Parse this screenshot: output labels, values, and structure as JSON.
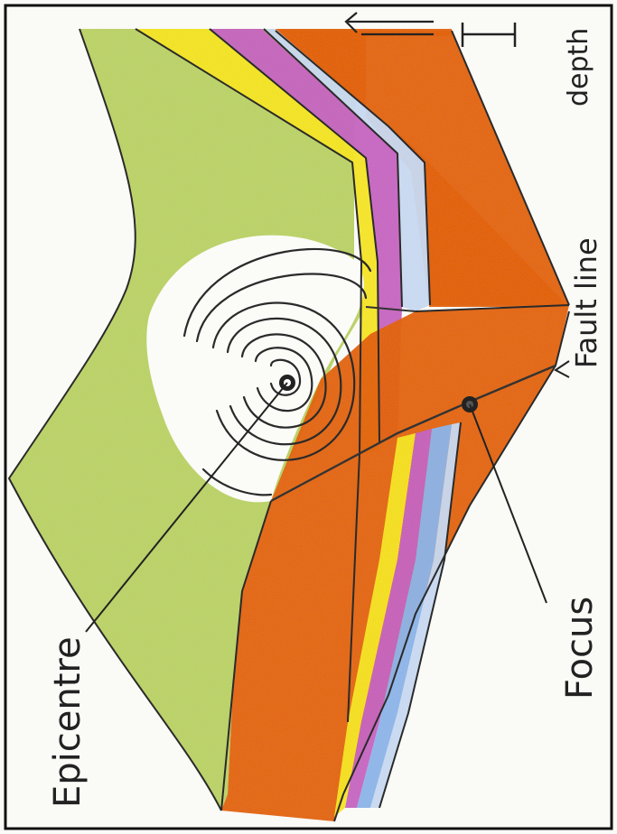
{
  "labels": {
    "epicentre": "Epicentre",
    "focus": "Focus",
    "fault_line": "Fault line",
    "depth": "depth"
  },
  "colors": {
    "ground": "#b9cf6a",
    "ground_dark": "#9fbe57",
    "rock": "#e06a2e",
    "rock_light": "#ea8a4e",
    "yellow": "#f2e23a",
    "purple": "#c56bc0",
    "blue": "#8fb4e6",
    "blue_pale": "#c7d7ee",
    "ink": "#2a2a2a"
  }
}
